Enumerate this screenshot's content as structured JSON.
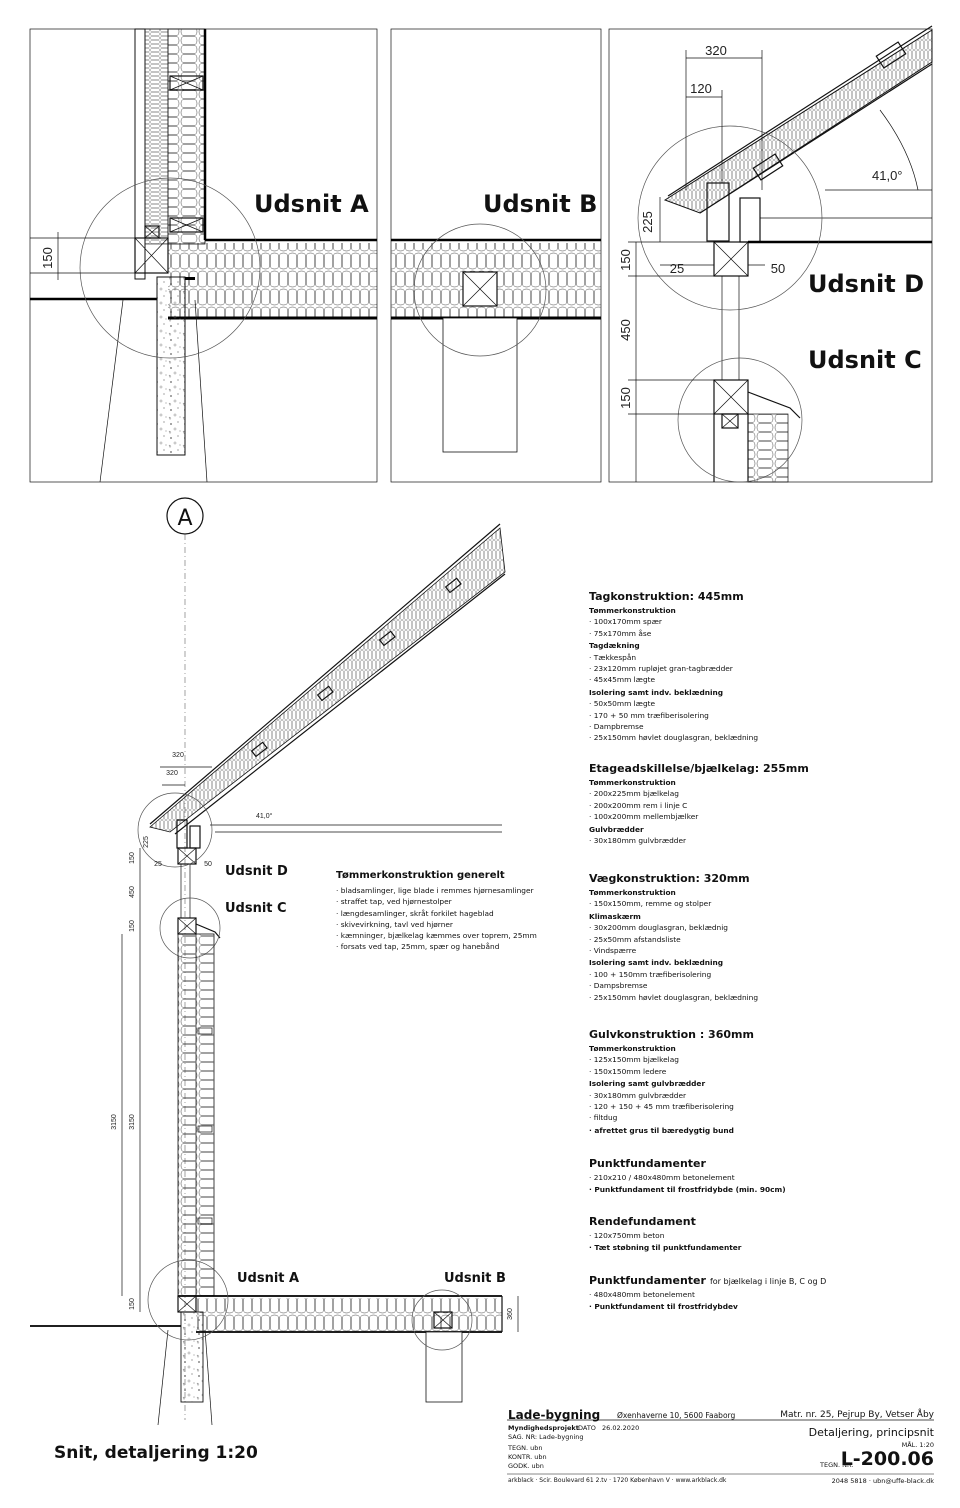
{
  "details": {
    "udsnit_a": "Udsnit A",
    "udsnit_b": "Udsnit B",
    "udsnit_c": "Udsnit C",
    "udsnit_d": "Udsnit D",
    "dims": {
      "a_150": "150",
      "d_320": "320",
      "d_120": "120",
      "d_225": "225",
      "d_25": "25",
      "d_50": "50",
      "d_150_top": "150",
      "d_450": "450",
      "d_150_bot": "150",
      "d_angle": "41,0°"
    }
  },
  "section": {
    "grid_label": "A",
    "udsnit_a": "Udsnit A",
    "udsnit_b": "Udsnit B",
    "udsnit_c": "Udsnit C",
    "udsnit_d": "Udsnit D",
    "dims": {
      "w320": "320",
      "w320b": "320",
      "h225": "225",
      "w25": "25",
      "w50": "50",
      "angle": "41,0°",
      "v150a": "150",
      "v450": "450",
      "v150b": "150",
      "v3150a": "3150",
      "v3150b": "3150",
      "v150c": "150",
      "v360": "360"
    },
    "title": "Snit, detaljering 1:20"
  },
  "general": {
    "heading": "Tømmerkonstruktion generelt",
    "items": [
      "· bladsamlinger, lige blade i remmes hjørnesamlinger",
      "· straffet tap, ved hjørnestolper",
      "· længdesamlinger, skråt forkilet hageblad",
      "· skivevirkning, tavl ved hjørner",
      "· kæmninger, bjælkelag kæmmes over toprem, 25mm",
      "· forsats ved tap, 25mm, spær og hanebånd"
    ]
  },
  "specs": {
    "tag": {
      "heading": "Tagkonstruktion: 445mm",
      "lines": [
        {
          "t": "Tømmerkonstruktion",
          "b": true
        },
        {
          "t": "· 100x170mm spær"
        },
        {
          "t": "· 75x170mm åse"
        },
        {
          "t": "Tagdækning",
          "b": true
        },
        {
          "t": "· Tækkespån"
        },
        {
          "t": "· 23x120mm rupløjet gran-tagbrædder"
        },
        {
          "t": "· 45x45mm lægte"
        },
        {
          "t": "Isolering samt indv. beklædning",
          "b": true
        },
        {
          "t": "· 50x50mm lægte"
        },
        {
          "t": "· 170 + 50 mm træfiberisolering"
        },
        {
          "t": "· Dampbremse"
        },
        {
          "t": "· 25x150mm høvlet douglasgran, beklædning"
        }
      ]
    },
    "etage": {
      "heading": "Etageadskillelse/bjælkelag: 255mm",
      "lines": [
        {
          "t": "Tømmerkonstruktion",
          "b": true
        },
        {
          "t": "· 200x225mm bjælkelag"
        },
        {
          "t": "· 200x200mm rem i linje C"
        },
        {
          "t": "· 100x200mm mellembjælker"
        },
        {
          "t": "Gulvbrædder",
          "b": true
        },
        {
          "t": "· 30x180mm gulvbrædder"
        }
      ]
    },
    "vaeg": {
      "heading": "Vægkonstruktion: 320mm",
      "lines": [
        {
          "t": "Tømmerkonstruktion",
          "b": true
        },
        {
          "t": "· 150x150mm, remme og stolper"
        },
        {
          "t": "Klimaskærm",
          "b": true
        },
        {
          "t": "· 30x200mm douglasgran, beklædnig"
        },
        {
          "t": "· 25x50mm afstandsliste"
        },
        {
          "t": "· Vindspærre"
        },
        {
          "t": "Isolering samt indv. beklædning",
          "b": true
        },
        {
          "t": "· 100 + 150mm træfiberisolering"
        },
        {
          "t": "· Dampsbremse"
        },
        {
          "t": "· 25x150mm høvlet douglasgran, beklædning"
        }
      ]
    },
    "gulv": {
      "heading": "Gulvkonstruktion : 360mm",
      "lines": [
        {
          "t": "Tømmerkonstruktion",
          "b": true
        },
        {
          "t": "· 125x150mm bjælkelag"
        },
        {
          "t": "· 150x150mm ledere"
        },
        {
          "t": "Isolering samt gulvbrædder",
          "b": true
        },
        {
          "t": "· 30x180mm gulvbrædder"
        },
        {
          "t": "· 120 + 150 + 45 mm træfiberisolering"
        },
        {
          "t": "· filtdug"
        },
        {
          "t": "· afrettet grus til bæredygtig bund",
          "b": true
        }
      ]
    },
    "punkt": {
      "heading": "Punktfundamenter",
      "lines": [
        {
          "t": "· 210x210 / 480x480mm betonelement"
        },
        {
          "t": "· Punktfundament til frostfridybde (min. 90cm)",
          "b": true
        }
      ]
    },
    "rende": {
      "heading": "Rendefundament",
      "lines": [
        {
          "t": "· 120x750mm beton"
        },
        {
          "t": "· Tæt støbning til punktfundamenter",
          "b": true
        }
      ]
    },
    "punkt2": {
      "heading": "Punktfundamenter",
      "heading_suffix": "for bjælkelag i linje B, C og D",
      "lines": [
        {
          "t": "· 480x480mm betonelement"
        },
        {
          "t": "· Punktfundament til frostfridybdev",
          "b": true
        }
      ]
    }
  },
  "titleblock": {
    "project": "Lade-bygning",
    "address": "Øxenhaverne 10, 5600 Faaborg",
    "matr": "Matr. nr. 25, Pejrup By, Vetser Åby",
    "project_type": "Myndighedsprojekt",
    "sag": "SAG. NR:  Lade-bygning",
    "dato_label": "DATO",
    "dato": "26.02.2020",
    "tegn": "TEGN.   ubn",
    "kontr": "KONTR.  ubn",
    "godk": "GODK.   ubn",
    "drawing_title": "Detaljering, principsnit",
    "scale": "MÅL. 1:20",
    "tegn_nr_label": "TEGN. NR.",
    "tegn_nr": "L-200.06",
    "contact": "2048 5818 · ubn@uffe-black.dk",
    "footer": "arkblack · Scir. Boulevard 61 2.tv · 1720 København V · www.arkblack.dk"
  }
}
